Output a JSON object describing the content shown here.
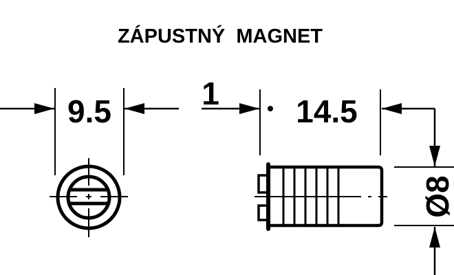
{
  "title": "ZÁPUSTNÝ  MAGNET",
  "dimensions": {
    "width": "9.5",
    "offset": "1",
    "length": "14.5",
    "diameter": "Ø8"
  },
  "colors": {
    "ink": "#000000",
    "background": "#ffffff"
  }
}
